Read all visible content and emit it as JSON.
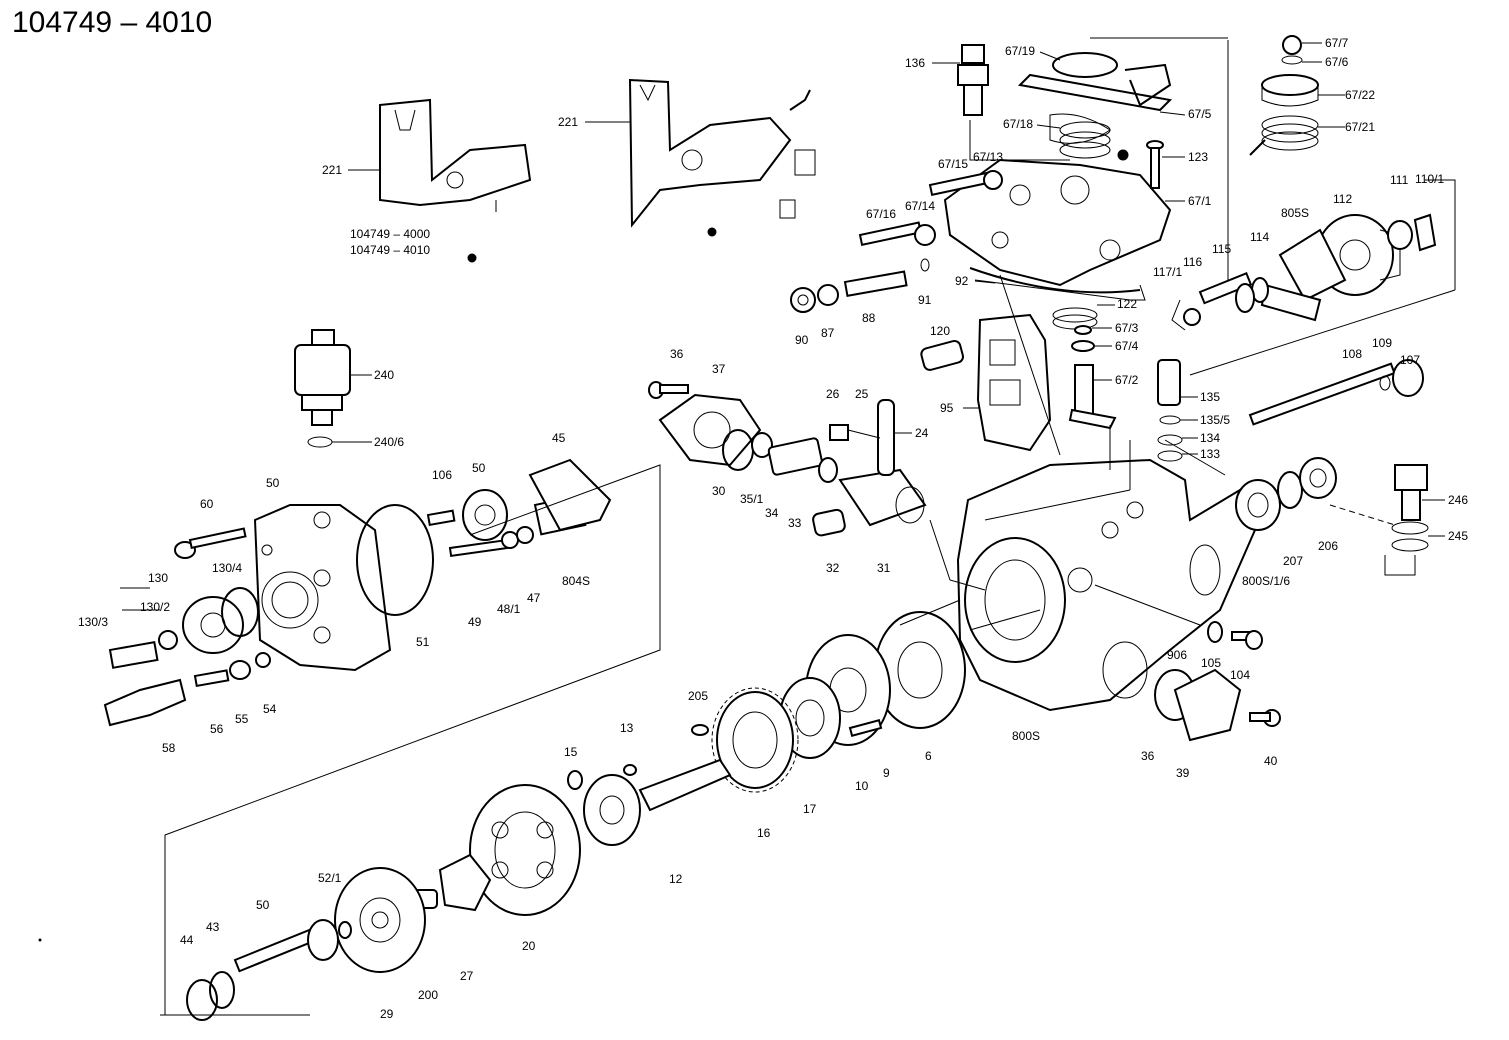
{
  "title": "104749 – 4010",
  "variants": [
    "104749 – 4000",
    "104749 – 4010"
  ],
  "parts": [
    "221",
    "221",
    "136",
    "67/19",
    "67/7",
    "67/6",
    "67/22",
    "67/5",
    "67/21",
    "67/18",
    "123",
    "67/15",
    "67/13",
    "67/1",
    "67/16",
    "67/14",
    "110/1",
    "111",
    "112",
    "805S",
    "114",
    "115",
    "116",
    "117/1",
    "92",
    "90",
    "87",
    "88",
    "91",
    "122",
    "67/3",
    "67/4",
    "120",
    "67/2",
    "95",
    "107",
    "109",
    "108",
    "36",
    "37",
    "26",
    "25",
    "24",
    "135",
    "135/5",
    "134",
    "133",
    "240",
    "240/6",
    "106",
    "50",
    "50",
    "45",
    "60",
    "30",
    "35/1",
    "34",
    "33",
    "32",
    "31",
    "246",
    "245",
    "206",
    "207",
    "800S/1/6",
    "130",
    "130/4",
    "130/2",
    "130/3",
    "51",
    "49",
    "48/1",
    "47",
    "804S",
    "56",
    "55",
    "54",
    "58",
    "906",
    "105",
    "104",
    "205",
    "13",
    "15",
    "16",
    "17",
    "9",
    "10",
    "6",
    "800S",
    "36",
    "39",
    "40",
    "12",
    "52/1",
    "50",
    "44",
    "43",
    "29",
    "200",
    "27",
    "20"
  ]
}
